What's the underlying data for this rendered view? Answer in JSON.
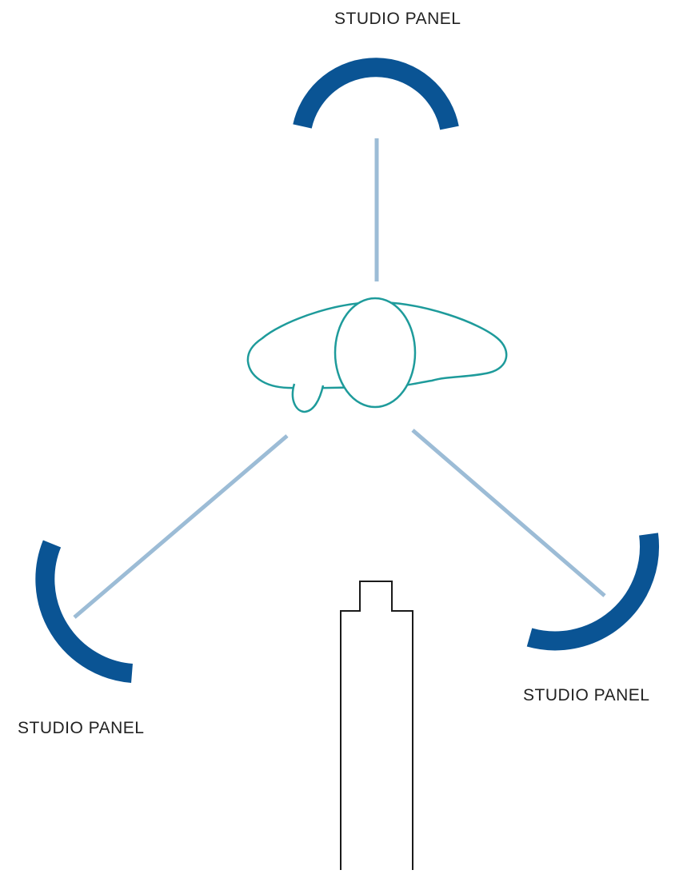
{
  "labels": {
    "top_panel": "STUDIO PANEL",
    "right_panel": "STUDIO PANEL",
    "left_panel": "STUDIO PANEL"
  },
  "colors": {
    "panel": "#0a5494",
    "light_path": "#9cbcd6",
    "subject_outline": "#1e9b9b",
    "camera_outline": "#1a1a1a",
    "label_text": "#222222"
  }
}
